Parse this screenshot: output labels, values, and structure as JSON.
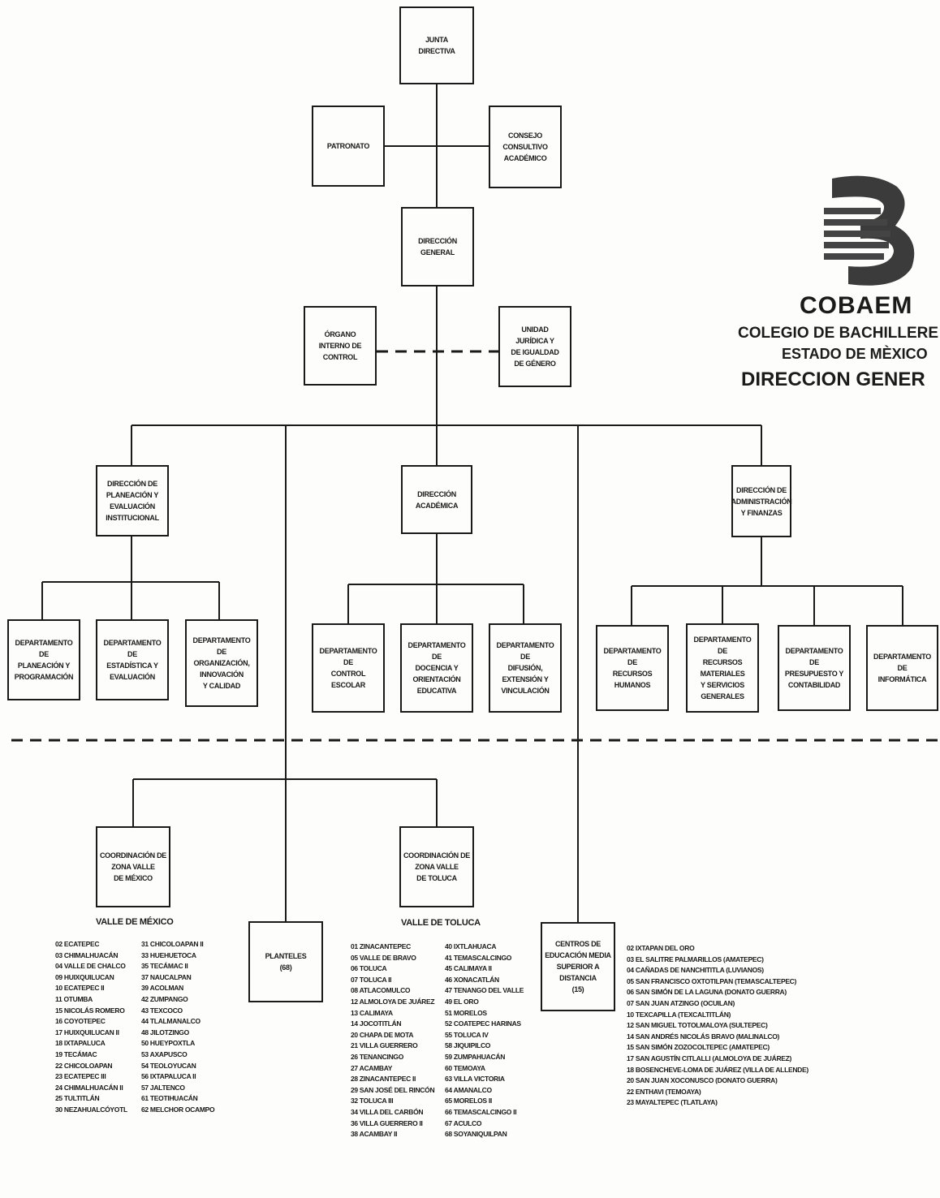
{
  "logo": {
    "name": "COBAEM",
    "line1": "COLEGIO DE BACHILLERE",
    "line2": "ESTADO DE MÈXICO",
    "line3": "DIRECCION GENER"
  },
  "boxes": {
    "junta": "JUNTA\nDIRECTIVA",
    "patronato": "PATRONATO",
    "consejo": "CONSEJO\nCONSULTIVO\nACADÉMICO",
    "direccion_general": "DIRECCIÓN\nGENERAL",
    "organo": "ÓRGANO\nINTERNO DE\nCONTROL",
    "unidad": "UNIDAD\nJURÍDICA Y\nDE IGUALDAD\nDE GÉNERO",
    "planeacion": "DIRECCIÓN DE\nPLANEACIÓN Y\nEVALUACIÓN\nINSTITUCIONAL",
    "academica": "DIRECCIÓN\nACADÉMICA",
    "administracion": "DIRECCIÓN DE\nADMINISTRACIÓN\nY FINANZAS",
    "dep_planeacion": "DEPARTAMENTO DE\nPLANEACIÓN Y\nPROGRAMACIÓN",
    "dep_estadistica": "DEPARTAMENTO DE\nESTADÍSTICA Y\nEVALUACIÓN",
    "dep_organizacion": "DEPARTAMENTO DE\nORGANIZACIÓN,\nINNOVACIÓN\nY CALIDAD",
    "dep_control": "DEPARTAMENTO DE\nCONTROL\nESCOLAR",
    "dep_docencia": "DEPARTAMENTO DE\nDOCENCIA Y\nORIENTACIÓN\nEDUCATIVA",
    "dep_difusion": "DEPARTAMENTO DE\nDIFUSIÓN,\nEXTENSIÓN Y\nVINCULACIÓN",
    "dep_rh": "DEPARTAMENTO DE\nRECURSOS\nHUMANOS",
    "dep_rm": "DEPARTAMENTO DE\nRECURSOS\nMATERIALES\nY SERVICIOS\nGENERALES",
    "dep_presupuesto": "DEPARTAMENTO DE\nPRESUPUESTO Y\nCONTABILIDAD",
    "dep_informatica": "DEPARTAMENTO DE\nINFORMÁTICA",
    "coord_mexico": "COORDINACIÓN DE\nZONA VALLE\nDE MÉXICO",
    "coord_toluca": "COORDINACIÓN DE\nZONA VALLE\nDE TOLUCA",
    "planteles": "PLANTELES\n(68)",
    "cemsad": "CENTROS DE\nEDUCACIÓN MEDIA\nSUPERIOR A\nDISTANCIA\n(15)"
  },
  "headings": {
    "valle_mexico": "VALLE DE MÉXICO",
    "valle_toluca": "VALLE DE TOLUCA"
  },
  "lists": {
    "mexico_a": [
      "02 ECATEPEC",
      "03 CHIMALHUACÁN",
      "04 VALLE DE CHALCO",
      "09 HUIXQUILUCAN",
      "10 ECATEPEC II",
      "11 OTUMBA",
      "15 NICOLÁS ROMERO",
      "16 COYOTEPEC",
      "17 HUIXQUILUCAN II",
      "18 IXTAPALUCA",
      "19 TECÁMAC",
      "22 CHICOLOAPAN",
      "23 ECATEPEC III",
      "24 CHIMALHUACÁN II",
      "25 TULTITLÁN",
      "30 NEZAHUALCÓYOTL"
    ],
    "mexico_b": [
      "31 CHICOLOAPAN II",
      "33 HUEHUETOCA",
      "35 TECÁMAC II",
      "37 NAUCALPAN",
      "39 ACOLMAN",
      "42 ZUMPANGO",
      "43 TEXCOCO",
      "44 TLALMANALCO",
      "48 JILOTZINGO",
      "50 HUEYPOXTLA",
      "53 AXAPUSCO",
      "54 TEOLOYUCAN",
      "56 IXTAPALUCA II",
      "57 JALTENCO",
      "61 TEOTIHUACÁN",
      "62 MELCHOR OCAMPO"
    ],
    "toluca_a": [
      "01 ZINACANTEPEC",
      "05 VALLE DE BRAVO",
      "06 TOLUCA",
      "07 TOLUCA II",
      "08 ATLACOMULCO",
      "12 ALMOLOYA DE JUÁREZ",
      "13 CALIMAYA",
      "14 JOCOTITLÁN",
      "20 CHAPA DE MOTA",
      "21 VILLA GUERRERO",
      "26 TENANCINGO",
      "27 ACAMBAY",
      "28 ZINACANTEPEC II",
      "29 SAN JOSÉ DEL RINCÓN",
      "32 TOLUCA III",
      "34 VILLA DEL CARBÓN",
      "36 VILLA GUERRERO II",
      "38 ACAMBAY II"
    ],
    "toluca_b": [
      "40 IXTLAHUACA",
      "41 TEMASCALCINGO",
      "45 CALIMAYA II",
      "46 XONACATLÁN",
      "47 TENANGO DEL VALLE",
      "49 EL ORO",
      "51 MORELOS",
      "52 COATEPEC HARINAS",
      "55 TOLUCA IV",
      "58 JIQUIPILCO",
      "59 ZUMPAHUACÁN",
      "60 TEMOAYA",
      "63 VILLA VICTORIA",
      "64 AMANALCO",
      "65 MORELOS II",
      "66 TEMASCALCINGO II",
      "67 ACULCO",
      "68 SOYANIQUILPAN"
    ],
    "cemsad": [
      "02 IXTAPAN DEL ORO",
      "03 EL SALITRE PALMARILLOS (AMATEPEC)",
      "04 CAÑADAS DE NANCHITITLA (LUVIANOS)",
      "05 SAN FRANCISCO OXTOTILPAN (TEMASCALTEPEC)",
      "06 SAN SIMÓN DE LA LAGUNA (DONATO GUERRA)",
      "07 SAN JUAN ATZINGO (OCUILAN)",
      "10 TEXCAPILLA (TEXCALTITLÁN)",
      "12 SAN MIGUEL TOTOLMALOYA (SULTEPEC)",
      "14 SAN ANDRÉS NICOLÁS BRAVO (MALINALCO)",
      "15 SAN SIMÓN ZOZOCOLTEPEC (AMATEPEC)",
      "17 SAN AGUSTÍN CITLALLI (ALMOLOYA DE JUÁREZ)",
      "18 BOSENCHEVE-LOMA DE JUÁREZ (VILLA DE ALLENDE)",
      "20 SAN JUAN XOCONUSCO (DONATO GUERRA)",
      "22 ENTHAVI (TEMOAYA)",
      "23 MAYALTEPEC (TLATLAYA)"
    ]
  }
}
